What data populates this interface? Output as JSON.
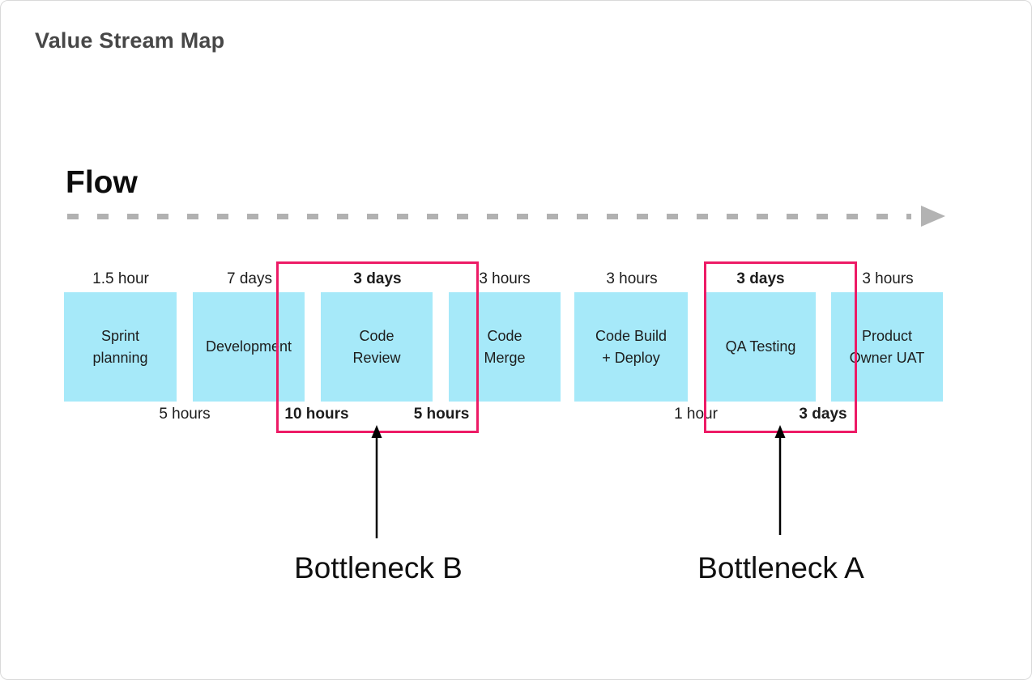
{
  "page": {
    "title": "Value Stream Map",
    "flow_label": "Flow"
  },
  "colors": {
    "stage_fill": "#a6e9f9",
    "bottleneck_stroke": "#ed1b66",
    "flow_dash": "#b1b1b1",
    "arrow": "#000000"
  },
  "stages": [
    {
      "name": "Sprint\nplanning",
      "top_label": "1.5 hour",
      "top_bold": false
    },
    {
      "name": "Development",
      "top_label": "7 days",
      "top_bold": false
    },
    {
      "name": "Code\nReview",
      "top_label": "3 days",
      "top_bold": true
    },
    {
      "name": "Code\nMerge",
      "top_label": "3 hours",
      "top_bold": false
    },
    {
      "name": "Code Build\n+ Deploy",
      "top_label": "3 hours",
      "top_bold": false
    },
    {
      "name": "QA Testing",
      "top_label": "3 days",
      "top_bold": true
    },
    {
      "name": "Product\nOwner UAT",
      "top_label": "3 hours",
      "top_bold": false
    }
  ],
  "wait_labels": [
    {
      "text": "5 hours",
      "bold": false
    },
    {
      "text": "10 hours",
      "bold": true
    },
    {
      "text": "5 hours",
      "bold": true
    },
    {
      "text": "1 hour",
      "bold": false
    },
    {
      "text": "3 days",
      "bold": true
    }
  ],
  "bottlenecks": [
    {
      "label": "Bottleneck B"
    },
    {
      "label": "Bottleneck A"
    }
  ]
}
